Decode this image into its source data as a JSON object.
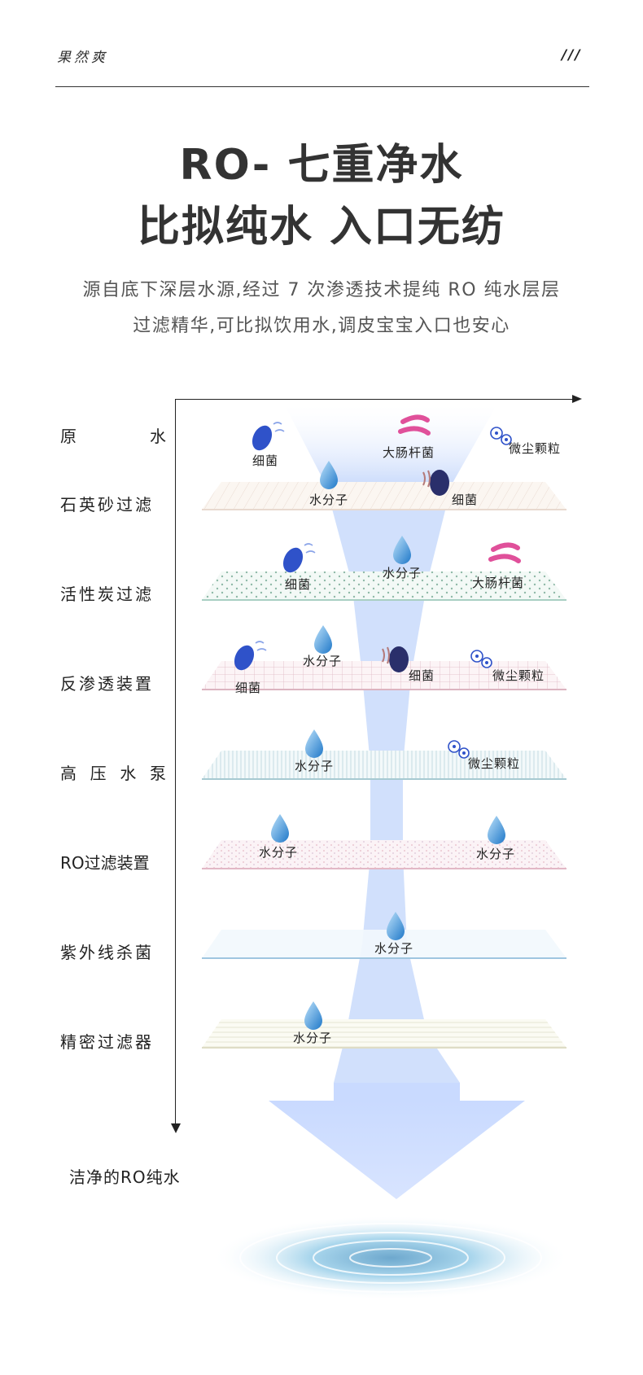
{
  "header": {
    "brand": "果然爽",
    "slashes": "///"
  },
  "title": {
    "line1": "RO- 七重净水",
    "line2": "比拟纯水 入口无纺"
  },
  "description": {
    "line1": "源自底下深层水源,经过 7 次渗透技术提纯 RO 纯水层层",
    "line2": "过滤精华,可比拟饮用水,调皮宝宝入口也安心"
  },
  "stages": [
    "原水",
    "石英砂过滤",
    "活性炭过滤",
    "反渗透装置",
    "高压水泵",
    "RO过滤装置",
    "紫外线杀菌",
    "精密过滤器"
  ],
  "result": "洁净的RO纯水",
  "labels": {
    "bacteria": "细菌",
    "ecoli": "大肠杆菌",
    "dust": "微尘颗粒",
    "water": "水分子"
  },
  "colors": {
    "funnel": "#c6d8fb",
    "droplet": "#3a8fd6",
    "bacteria": "#2f52c9",
    "ecoli": "#e0509a",
    "ripple": "#6fb6d9"
  }
}
